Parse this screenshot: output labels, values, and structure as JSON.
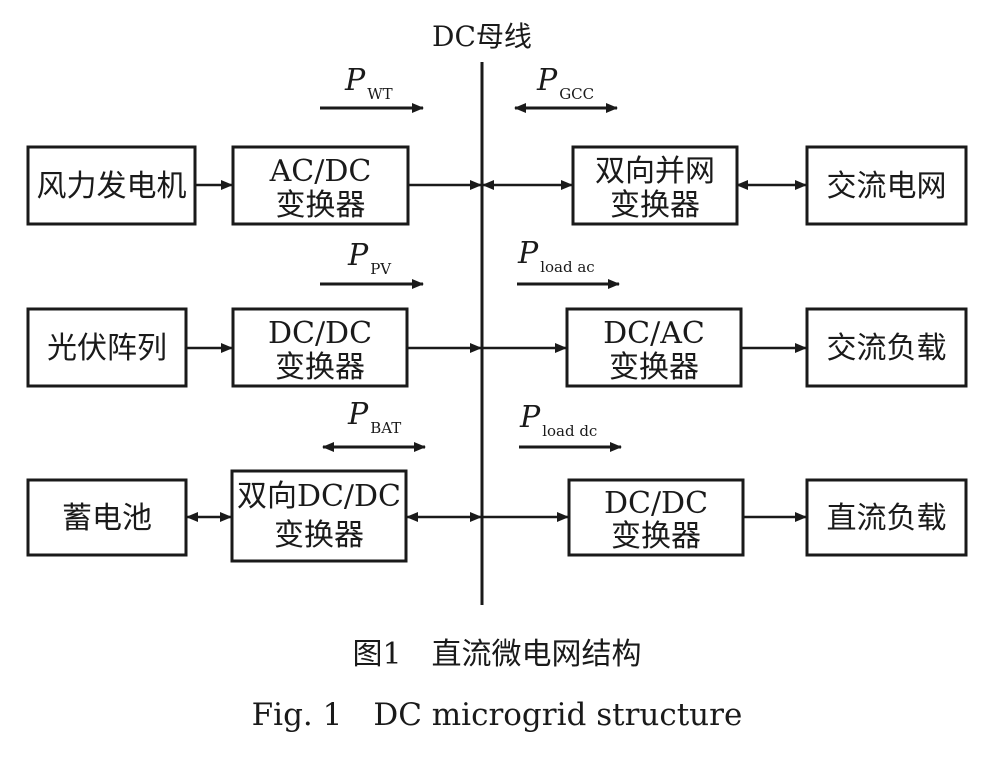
{
  "bus_label": "DC母线",
  "blocks": {
    "wind_generator": "风力发电机",
    "ac_dc_converter": [
      "AC/DC",
      "变换器"
    ],
    "grid_converter": [
      "双向并网",
      "变换器"
    ],
    "ac_grid": "交流电网",
    "pv_array": "光伏阵列",
    "pv_dc_dc_converter": [
      "DC/DC",
      "变换器"
    ],
    "dc_ac_converter": [
      "DC/AC",
      "变换器"
    ],
    "ac_load": "交流负载",
    "battery": "蓄电池",
    "bidirectional_dc_dc_converter": [
      "双向DC/DC",
      "变换器"
    ],
    "load_dc_dc_converter": [
      "DC/DC",
      "变换器"
    ],
    "dc_load": "直流负载"
  },
  "power_flows": {
    "wind": {
      "symbol": "P",
      "subscript": "WT",
      "direction": "right"
    },
    "grid": {
      "symbol": "P",
      "subscript": "GCC",
      "direction": "both"
    },
    "pv": {
      "symbol": "P",
      "subscript": "PV",
      "direction": "right"
    },
    "ac_load": {
      "symbol": "P",
      "subscript": "load ac",
      "direction": "right"
    },
    "battery": {
      "symbol": "P",
      "subscript": "BAT",
      "direction": "both"
    },
    "dc_load": {
      "symbol": "P",
      "subscript": "load dc",
      "direction": "right"
    }
  },
  "caption": {
    "cn": "图1　直流微电网结构",
    "en": "Fig. 1　DC microgrid structure"
  }
}
